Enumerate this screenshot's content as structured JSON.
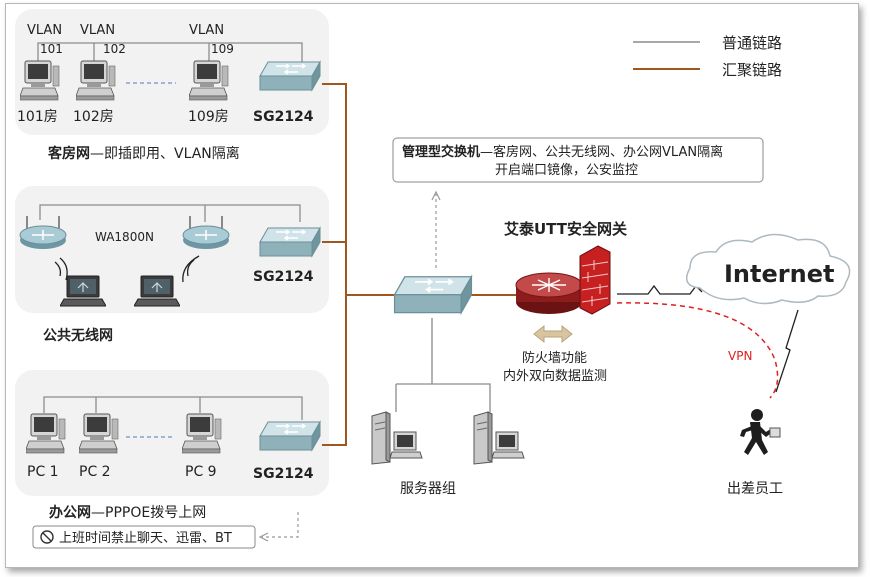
{
  "legend": {
    "normal_link": "普通链路",
    "aggregate_link": "汇聚链路",
    "normal_color": "#8c8c8c",
    "aggregate_color": "#a0571d"
  },
  "guest_network": {
    "vlans": [
      {
        "label": "VLAN",
        "id": "101",
        "room": "101房"
      },
      {
        "label": "VLAN",
        "id": "102",
        "room": "102房"
      },
      {
        "label": "VLAN",
        "id": "109",
        "room": "109房"
      }
    ],
    "switch_label": "SG2124",
    "caption_bold": "客房网",
    "caption_rest": "—即插即用、VLAN隔离"
  },
  "wireless_network": {
    "ap_model": "WA1800N",
    "switch_label": "SG2124",
    "caption": "公共无线网"
  },
  "office_network": {
    "pcs": [
      "PC 1",
      "PC 2",
      "PC 9"
    ],
    "switch_label": "SG2124",
    "caption_bold": "办公网",
    "caption_rest": "—PPPOE拨号上网",
    "restriction": "上班时间禁止聊天、迅雷、BT"
  },
  "managed_switch_note": {
    "line1_bold": "管理型交换机",
    "line1_rest": "—客房网、公共无线网、办公网VLAN隔离",
    "line2": "开启端口镜像，公安监控"
  },
  "gateway": {
    "title": "艾泰UTT安全网关",
    "feature1": "防火墙功能",
    "feature2": "内外双向数据监测"
  },
  "internet_label": "Internet",
  "vpn_label": "VPN",
  "servers_label": "服务器组",
  "traveler_label": "出差员工",
  "icons": [
    "pc-icon",
    "switch-icon",
    "access-point-icon",
    "laptop-icon",
    "router-icon",
    "firewall-icon",
    "server-icon",
    "cloud-icon",
    "running-person-icon",
    "no-entry-icon"
  ]
}
